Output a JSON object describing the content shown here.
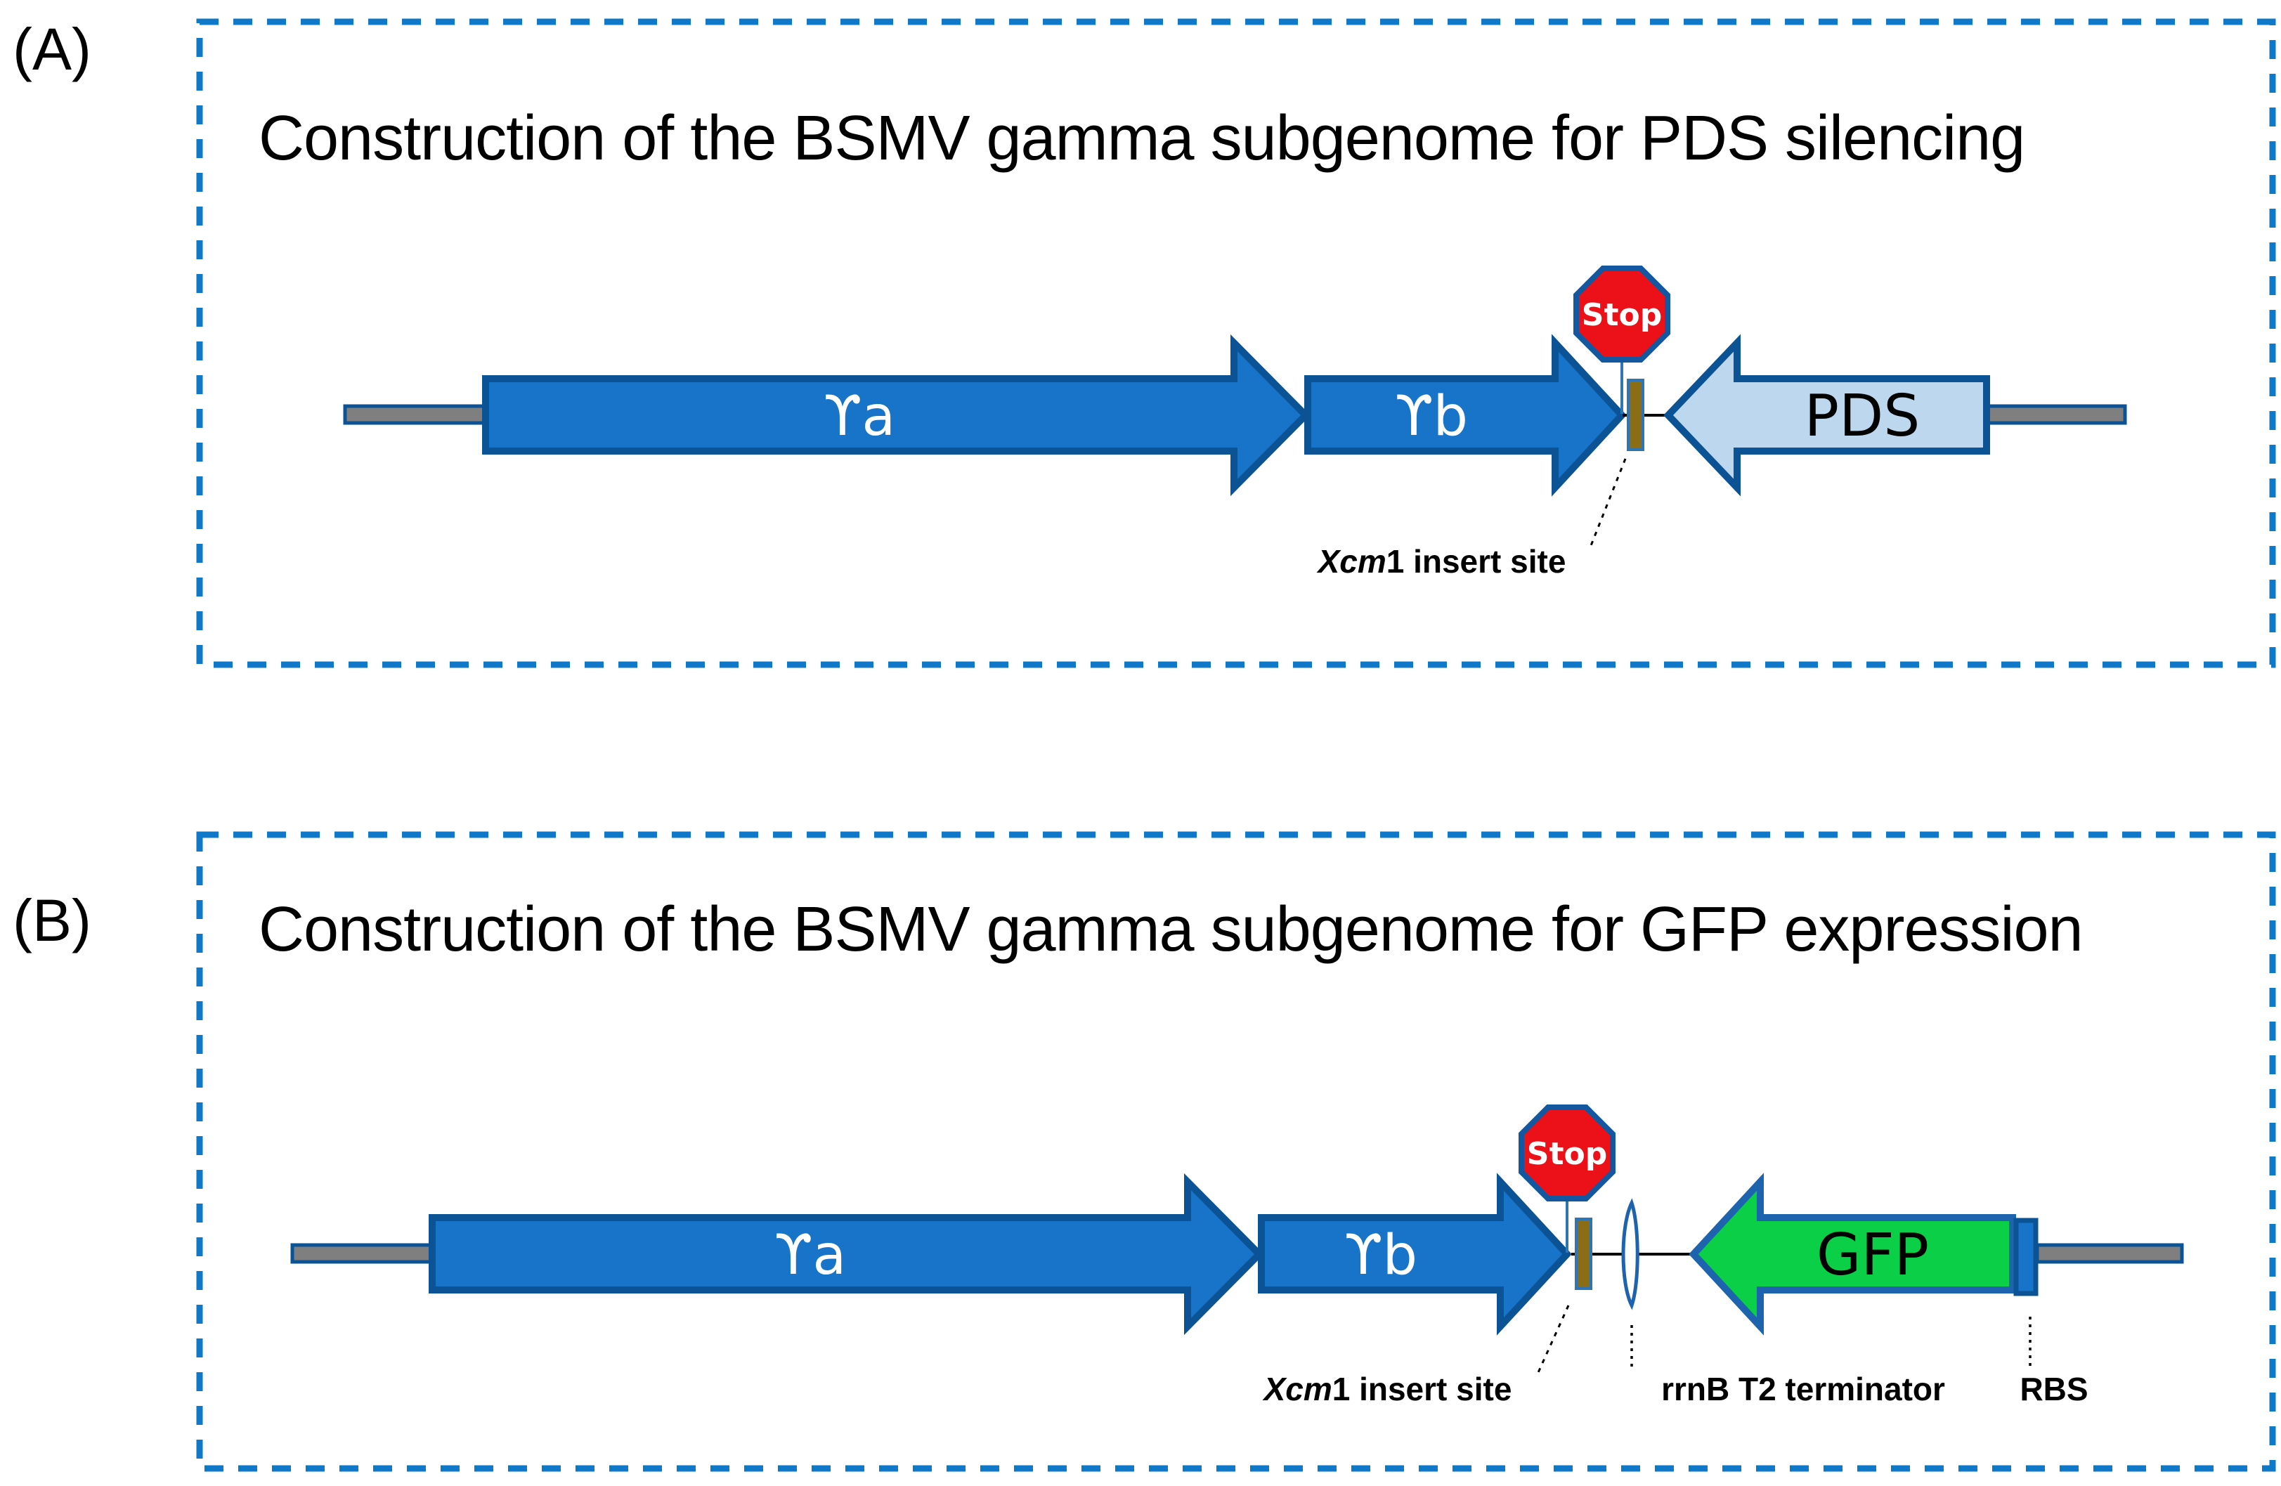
{
  "panel_a": {
    "tag": "(A)",
    "title": "Construction of the BSMV gamma subgenome for PDS silencing",
    "gamma_a": "ϒa",
    "gamma_b": "ϒb",
    "stop": "Stop",
    "gene": "PDS",
    "insert_site_italic": "Xcm",
    "insert_site_rest": "1 insert site"
  },
  "panel_b": {
    "tag": "(B)",
    "title": "Construction of the BSMV gamma subgenome for GFP expression",
    "gamma_a": "ϒa",
    "gamma_b": "ϒb",
    "stop": "Stop",
    "gene": "GFP",
    "insert_site_italic": "Xcm",
    "insert_site_rest": "1 insert site",
    "terminator": "rrnB T2 terminator",
    "rbs": "RBS"
  },
  "colors": {
    "dashed_box_blue": "#0f78c8",
    "arrow_fill_blue": "#1774c9",
    "arrow_border_navy": "#0b5394",
    "pds_light_blue": "#bdd7ee",
    "gfp_green": "#0bd047",
    "gfp_border_blue": "#1e63ae",
    "insert_bar_brown": "#8a6d15",
    "insert_bar_border": "#2e75b6",
    "utr_grey": "#7f7f7f",
    "stop_red": "#ec1019",
    "stop_border": "#1257a0"
  }
}
